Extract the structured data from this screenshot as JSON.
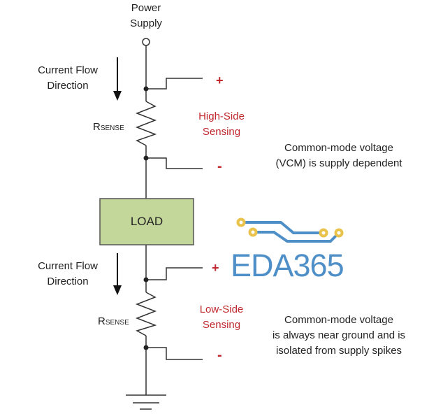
{
  "power_supply": {
    "line1": "Power",
    "line2": "Supply"
  },
  "current_flow_top": {
    "line1": "Current Flow",
    "line2": "Direction"
  },
  "current_flow_bottom": {
    "line1": "Current Flow",
    "line2": "Direction"
  },
  "rsense_top": {
    "main": "R",
    "sub": "SENSE"
  },
  "rsense_bottom": {
    "main": "R",
    "sub": "SENSE"
  },
  "high_side": {
    "line1": "High-Side",
    "line2": "Sensing",
    "plus": "+",
    "minus": "-"
  },
  "low_side": {
    "line1": "Low-Side",
    "line2": "Sensing",
    "plus": "+",
    "minus": "-"
  },
  "load_label": "LOAD",
  "note_high": {
    "line1": "Common-mode voltage",
    "line2": "(VCM) is supply dependent"
  },
  "note_low": {
    "line1": "Common-mode voltage",
    "line2": "is always near ground and is",
    "line3": "isolated from supply spikes"
  },
  "watermark": "EDA365",
  "colors": {
    "accent_red": "#c0282d",
    "load_fill": "#c4d79b",
    "logo_blue": "#4f8fc8",
    "logo_gold": "#e8c24a"
  }
}
